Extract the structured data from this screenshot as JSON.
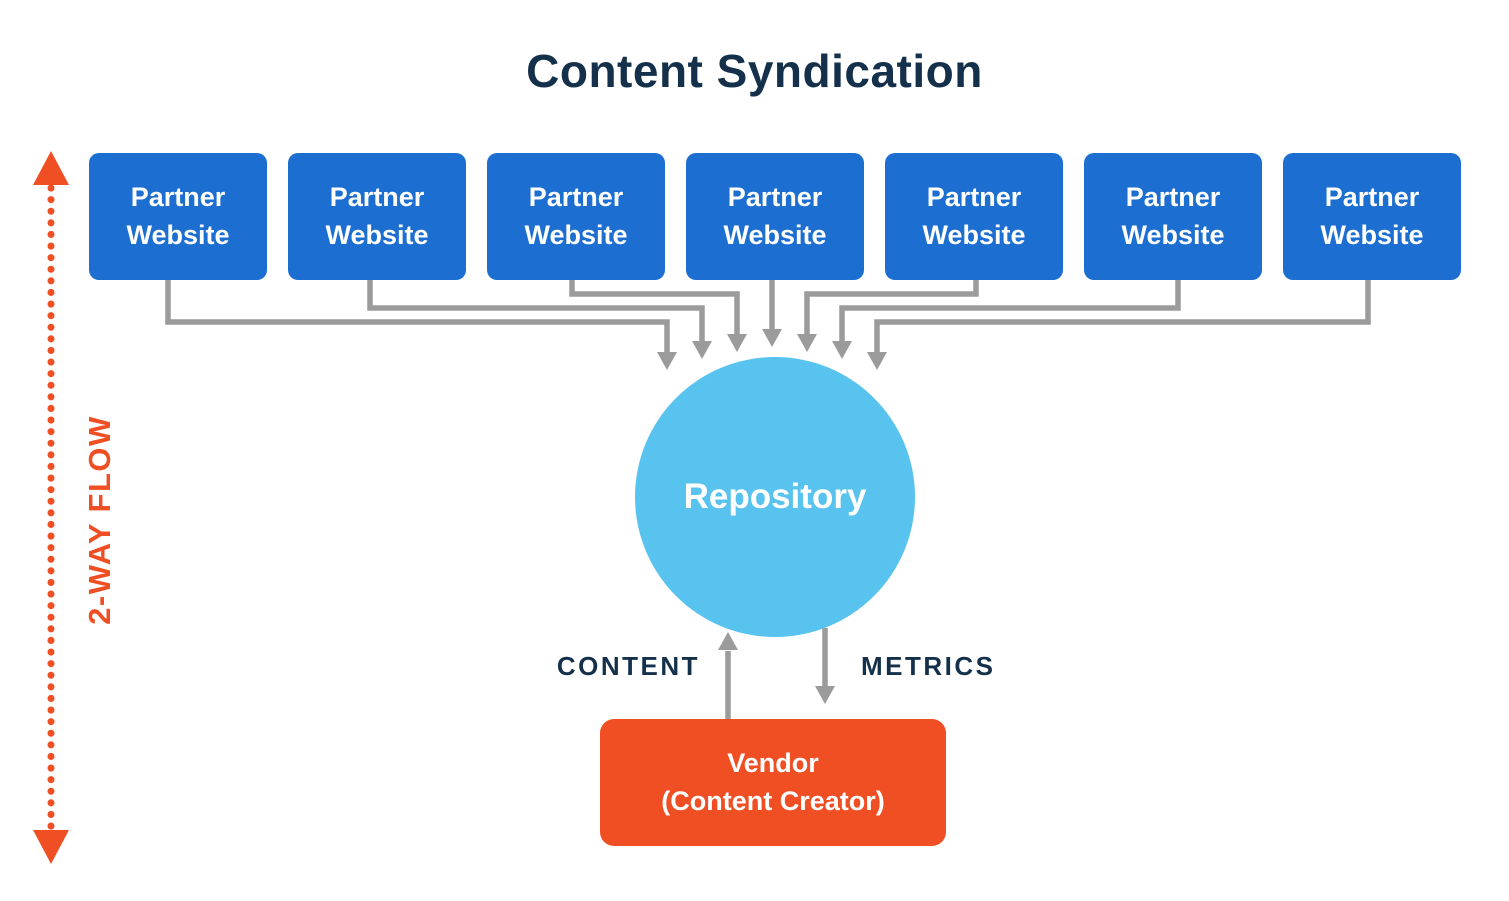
{
  "title": "Content Syndication",
  "flow": {
    "label": "2-WAY FLOW"
  },
  "nodes": {
    "partners": [
      {
        "label": "Partner\nWebsite"
      },
      {
        "label": "Partner\nWebsite"
      },
      {
        "label": "Partner\nWebsite"
      },
      {
        "label": "Partner\nWebsite"
      },
      {
        "label": "Partner\nWebsite"
      },
      {
        "label": "Partner\nWebsite"
      },
      {
        "label": "Partner\nWebsite"
      }
    ],
    "repository": {
      "label": "Repository"
    },
    "vendor": {
      "label": "Vendor\n(Content Creator)"
    }
  },
  "edges": {
    "content": "CONTENT",
    "metrics": "METRICS"
  },
  "colors": {
    "partner_blue": "#1c6fd1",
    "repository_blue": "#58c3ee",
    "vendor_orange": "#f04e23",
    "flow_orange": "#f04e23",
    "arrow_gray": "#9b9b9b",
    "text_navy": "#14304a",
    "background": "#ffffff"
  }
}
